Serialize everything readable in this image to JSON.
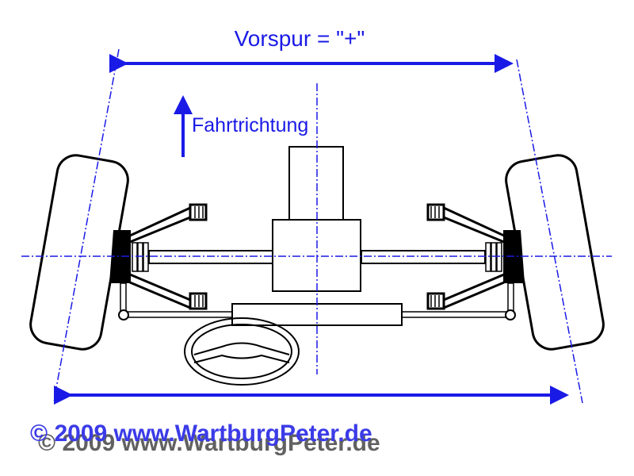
{
  "labels": {
    "toe": "Vorspur = \"+\"",
    "direction": "Fahrtrichtung",
    "copyright": "© 2009 www.WartburgPeter.de"
  },
  "colors": {
    "accent": "#1a1ae6",
    "line": "#000000",
    "shadow": "#444444"
  }
}
